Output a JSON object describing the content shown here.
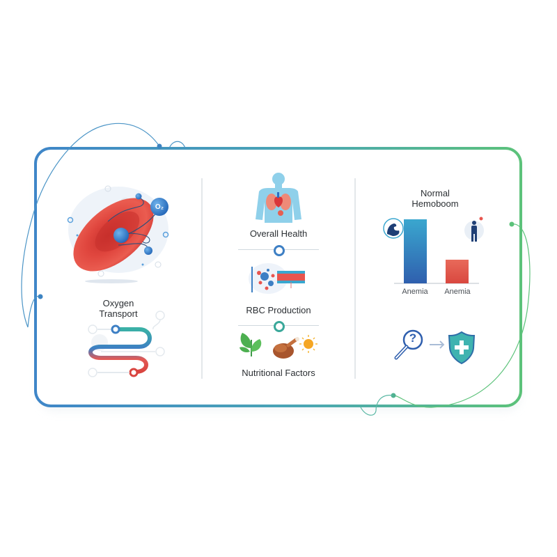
{
  "frame": {
    "gradient_start": "#3f86c8",
    "gradient_end": "#5cc27a"
  },
  "columns": [
    {
      "id": "oxygen-transport",
      "title_line1": "Oxygen",
      "title_line2": "Transport",
      "illustration": "red-blood-cell-with-oxygen-molecules",
      "molecule_label": "O₂",
      "pathway_icon": "winding-transport-path"
    },
    {
      "id": "factors",
      "items": [
        {
          "label": "Overall Health",
          "icon": "human-torso-organs-icon"
        },
        {
          "label": "RBC Production",
          "icon": "bone-marrow-rbc-icon"
        },
        {
          "label": "Nutritional Factors",
          "icons": [
            "leaf-icon",
            "roast-chicken-icon",
            "sun-icon"
          ]
        }
      ],
      "connector_colors": [
        "#3d7fc4",
        "#3aa89a"
      ]
    },
    {
      "id": "hemoglobin",
      "title_line1": "Normal",
      "title_line2": "Hemoboom",
      "chart": {
        "bars": [
          {
            "label": "Anemia",
            "color_top": "#3aa7cf",
            "color_bottom": "#2f5fae",
            "icon": "flexed-arm-icon"
          },
          {
            "label": "Anemia",
            "color_top": "#e86a5a",
            "color_bottom": "#d9483f",
            "icon": "person-icon"
          }
        ]
      },
      "flow": {
        "from": "magnifier-question-icon",
        "arrow": "→",
        "to": "shield-plus-icon"
      }
    }
  ],
  "chart_data": {
    "type": "bar",
    "title": "Normal Hemoboom",
    "categories": [
      "Anemia",
      "Anemia"
    ],
    "values": [
      100,
      34
    ],
    "xlabel": "",
    "ylabel": "",
    "grid": false,
    "legend": "none"
  }
}
